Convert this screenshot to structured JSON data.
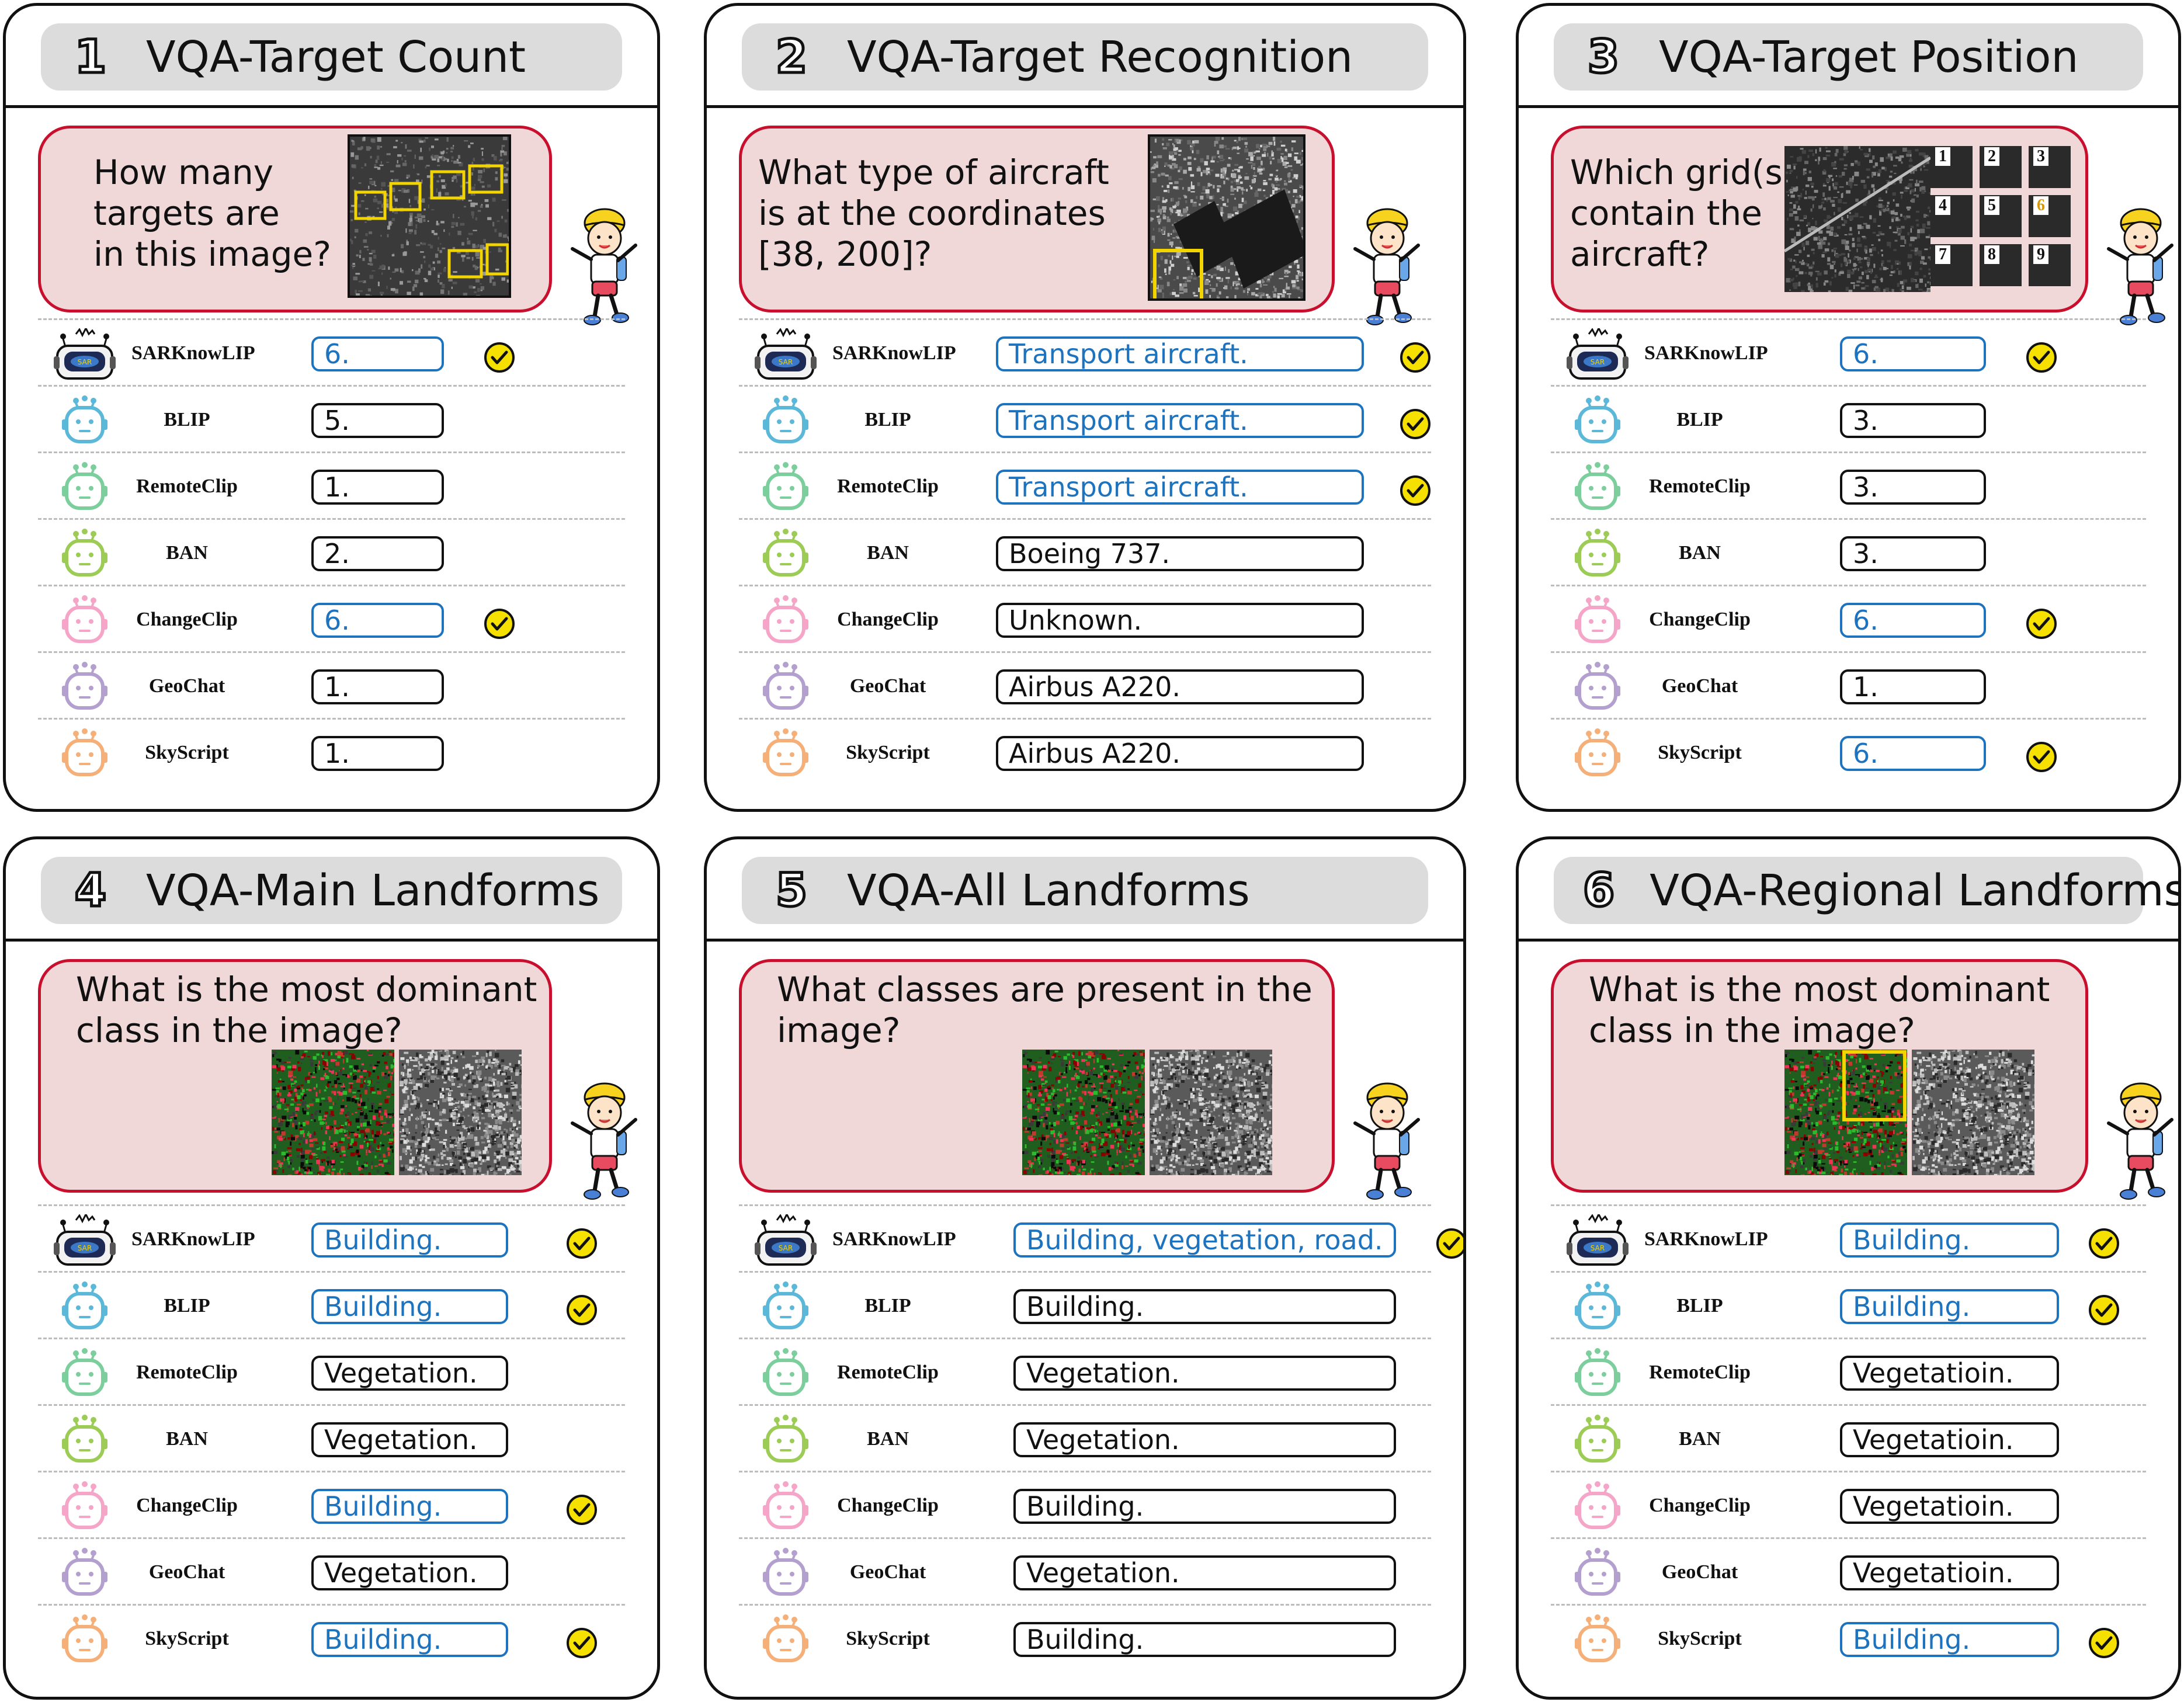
{
  "panels": [
    {
      "num": "1",
      "title": "VQA-Target Count",
      "question": "How many\ntargets are\nin this image?",
      "answers": [
        {
          "model": "SARKnowLIP",
          "text": "6.",
          "correct": true
        },
        {
          "model": "BLIP",
          "text": "5.",
          "correct": false
        },
        {
          "model": "RemoteClip",
          "text": "1.",
          "correct": false
        },
        {
          "model": "BAN",
          "text": "2.",
          "correct": false
        },
        {
          "model": "ChangeClip",
          "text": "6.",
          "correct": true
        },
        {
          "model": "GeoChat",
          "text": "1.",
          "correct": false
        },
        {
          "model": "SkyScript",
          "text": "1.",
          "correct": false
        }
      ]
    },
    {
      "num": "2",
      "title": "VQA-Target Recognition",
      "question": "What type of aircraft\nis at the coordinates\n[38, 200]?",
      "answers": [
        {
          "model": "SARKnowLIP",
          "text": "Transport aircraft.",
          "correct": true
        },
        {
          "model": "BLIP",
          "text": "Transport aircraft.",
          "correct": true
        },
        {
          "model": "RemoteClip",
          "text": "Transport aircraft.",
          "correct": true
        },
        {
          "model": "BAN",
          "text": "Boeing 737.",
          "correct": false
        },
        {
          "model": "ChangeClip",
          "text": "Unknown.",
          "correct": false
        },
        {
          "model": "GeoChat",
          "text": "Airbus A220.",
          "correct": false
        },
        {
          "model": "SkyScript",
          "text": "Airbus A220.",
          "correct": false
        }
      ]
    },
    {
      "num": "3",
      "title": "VQA-Target Position",
      "question": "Which grid(s)\ncontain the\naircraft?",
      "grid_labels": [
        "1",
        "2",
        "3",
        "4",
        "5",
        "6",
        "7",
        "8",
        "9"
      ],
      "answers": [
        {
          "model": "SARKnowLIP",
          "text": "6.",
          "correct": true
        },
        {
          "model": "BLIP",
          "text": "3.",
          "correct": false
        },
        {
          "model": "RemoteClip",
          "text": "3.",
          "correct": false
        },
        {
          "model": "BAN",
          "text": "3.",
          "correct": false
        },
        {
          "model": "ChangeClip",
          "text": "6.",
          "correct": true
        },
        {
          "model": "GeoChat",
          "text": "1.",
          "correct": false
        },
        {
          "model": "SkyScript",
          "text": "6.",
          "correct": true
        }
      ]
    },
    {
      "num": "4",
      "title": "VQA-Main Landforms",
      "question": "What is the most dominant\nclass in the image?",
      "answers": [
        {
          "model": "SARKnowLIP",
          "text": "Building.",
          "correct": true
        },
        {
          "model": "BLIP",
          "text": "Building.",
          "correct": true
        },
        {
          "model": "RemoteClip",
          "text": "Vegetation.",
          "correct": false
        },
        {
          "model": "BAN",
          "text": "Vegetation.",
          "correct": false
        },
        {
          "model": "ChangeClip",
          "text": "Building.",
          "correct": true
        },
        {
          "model": "GeoChat",
          "text": "Vegetation.",
          "correct": false
        },
        {
          "model": "SkyScript",
          "text": "Building.",
          "correct": true
        }
      ]
    },
    {
      "num": "5",
      "title": "VQA-All Landforms",
      "question": "What classes are present in the\nimage?",
      "answers": [
        {
          "model": "SARKnowLIP",
          "text": "Building, vegetation, road.",
          "correct": true
        },
        {
          "model": "BLIP",
          "text": "Building.",
          "correct": false
        },
        {
          "model": "RemoteClip",
          "text": "Vegetation.",
          "correct": false
        },
        {
          "model": "BAN",
          "text": "Vegetation.",
          "correct": false
        },
        {
          "model": "ChangeClip",
          "text": "Building.",
          "correct": false
        },
        {
          "model": "GeoChat",
          "text": "Vegetation.",
          "correct": false
        },
        {
          "model": "SkyScript",
          "text": "Building.",
          "correct": false
        }
      ]
    },
    {
      "num": "6",
      "title": "VQA-Regional Landforms",
      "question": "What is the most dominant\nclass in the image?",
      "answers": [
        {
          "model": "SARKnowLIP",
          "text": "Building.",
          "correct": true
        },
        {
          "model": "BLIP",
          "text": "Building.",
          "correct": true
        },
        {
          "model": "RemoteClip",
          "text": "Vegetatioin.",
          "correct": false
        },
        {
          "model": "BAN",
          "text": "Vegetatioin.",
          "correct": false
        },
        {
          "model": "ChangeClip",
          "text": "Vegetatioin.",
          "correct": false
        },
        {
          "model": "GeoChat",
          "text": "Vegetatioin.",
          "correct": false
        },
        {
          "model": "SkyScript",
          "text": "Building.",
          "correct": true
        }
      ]
    }
  ],
  "robot_badge": "SAR",
  "colors": {
    "correct": "#1e73be",
    "wrong": "#111111",
    "question_fill": "#f0d8d8",
    "question_border": "#c8102e",
    "check": "#f5e000",
    "box": "#f2d400",
    "robots": {
      "BLIP": "#5bb8d8",
      "RemoteClip": "#7ccf9c",
      "BAN": "#9ccc55",
      "ChangeClip": "#f5a6c8",
      "GeoChat": "#b3a0cf",
      "SkyScript": "#f5b07a"
    }
  }
}
